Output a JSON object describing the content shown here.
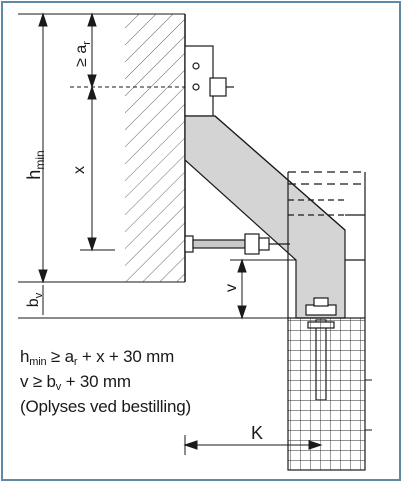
{
  "diagram": {
    "labels": {
      "h_min": "h",
      "h_min_sub": "min",
      "a_r": "≥ a",
      "a_r_sub": "r",
      "x": "x",
      "b_v": "b",
      "b_v_sub": "v",
      "v": "v",
      "k": "K"
    },
    "formulas": {
      "line1": {
        "main": "h",
        "sub": "min",
        "rest": " ≥  a",
        "sub2": "r",
        "tail": " + x + 30 mm"
      },
      "line2": {
        "main": "v ≥  b",
        "sub": "v",
        "tail": " + 30 mm"
      },
      "line3": "(Oplyses ved bestilling)"
    },
    "colors": {
      "frame": "#5e8aa8",
      "wall_fill": "#d4d4d4",
      "line": "#1a1a1a",
      "hatch": "#555555"
    }
  }
}
